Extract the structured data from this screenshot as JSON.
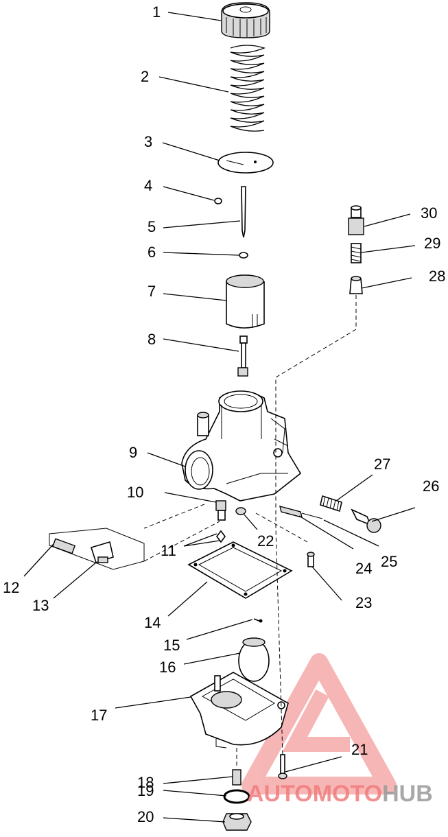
{
  "callouts": [
    "1",
    "2",
    "3",
    "4",
    "5",
    "6",
    "7",
    "8",
    "9",
    "10",
    "11",
    "12",
    "13",
    "14",
    "15",
    "16",
    "17",
    "18",
    "19",
    "20",
    "21",
    "22",
    "23",
    "24",
    "25",
    "26",
    "27",
    "28",
    "29",
    "30"
  ],
  "watermark": {
    "part1": "AUTO",
    "part2": "MOTO",
    "part3": "HUB",
    "color_red": "#f07c7c",
    "color_gray": "#9a9a9a"
  }
}
